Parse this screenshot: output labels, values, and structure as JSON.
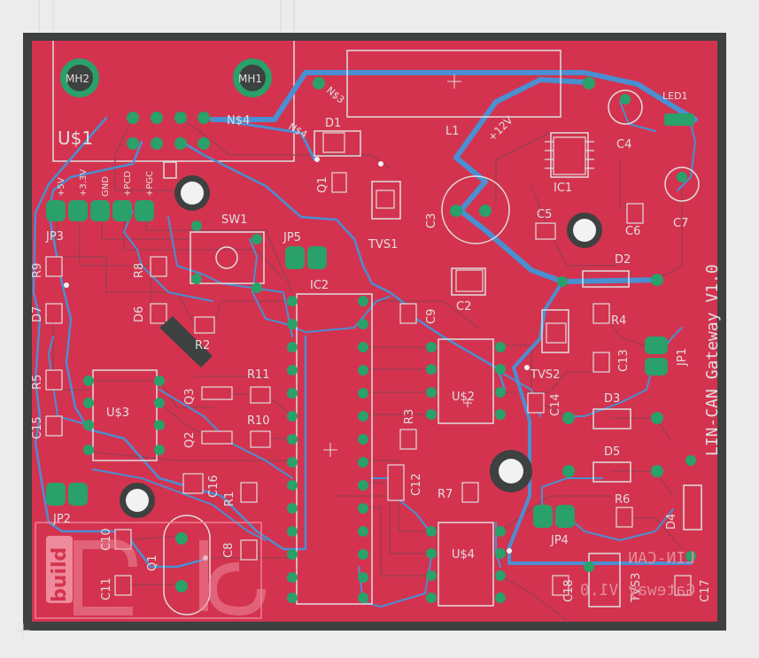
{
  "board": {
    "title": "LIN-CAN Gateway V1.0",
    "mirror_title_line1": "LIN-CAN",
    "mirror_title_line2": "Gateway V1.0",
    "logo_text": "build",
    "colors": {
      "background": "#ececec",
      "outline": "#3d4140",
      "board": "#d3334f",
      "trace_top": "#9b3d52",
      "trace_bottom": "#4a8fd1",
      "pad": "#2aa06a",
      "silk": "#e0dede",
      "mounting_hole": "#f2f2f2"
    }
  },
  "labels": {
    "mh1": "MH1",
    "mh2": "MH2",
    "us1": "U$1",
    "n4a": "N$4",
    "n4b": "N$4",
    "n3": "N$3",
    "l1": "L1",
    "d1": "D1",
    "q1_upper": "Q1",
    "plus12v": "+12V",
    "c4": "C4",
    "led": "LED1",
    "ic1": "IC1",
    "c5": "C5",
    "c6": "C6",
    "c7": "C7",
    "c3": "C3",
    "tvs1": "TVS1",
    "sw1": "SW1",
    "jp5": "JP5",
    "ic2": "IC2",
    "c2": "C2",
    "d2": "D2",
    "jp3": "JP3",
    "pin1": "+5V",
    "pin2": "+3.3V",
    "pin3": "GND",
    "pin4": "+PCD",
    "pin5": "+PGC",
    "r9": "R9",
    "r8": "R8",
    "d7": "D7",
    "d6": "D6",
    "r2": "R2",
    "c9": "C9",
    "r4": "R4",
    "jp1": "JP1",
    "c13": "C13",
    "tvs2": "TVS2",
    "r5": "R5",
    "us3": "U$3",
    "q3": "Q3",
    "r11": "R11",
    "us2": "U$2",
    "r10": "R10",
    "q2": "Q2",
    "c15": "C15",
    "r3": "R3",
    "d3": "D3",
    "c14": "C14",
    "d5": "D5",
    "c12": "C12",
    "r7": "R7",
    "c16": "C16",
    "r1": "R1",
    "jp2": "JP2",
    "r6": "R6",
    "jp4": "JP4",
    "d4": "D4",
    "c10": "C10",
    "q1": "Q1",
    "c8": "C8",
    "us4": "U$4",
    "c11": "C11",
    "c18": "C18",
    "tvs3": "TVS3",
    "c17": "C17"
  }
}
